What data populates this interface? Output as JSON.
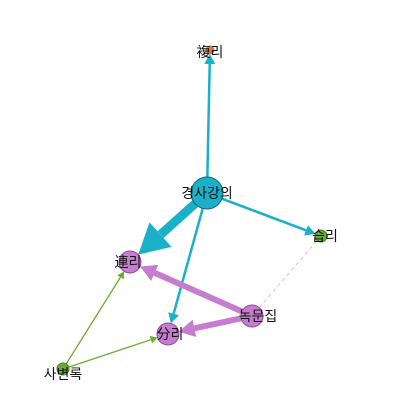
{
  "graph": {
    "nodes": [
      {
        "id": "bokri",
        "label": "複리",
        "color": "#e8743a",
        "border": "#e8743a",
        "size": "tiny"
      },
      {
        "id": "gyeongsa",
        "label": "경사강의",
        "color": "#1ab1c8",
        "border": "#16606e",
        "size": "large"
      },
      {
        "id": "seupri",
        "label": "습리",
        "color": "#6aaa2e",
        "border": "#4e7f20",
        "size": "small"
      },
      {
        "id": "yeonri",
        "label": "連리",
        "color": "#c77dcf",
        "border": "#8a4f92",
        "size": "medium"
      },
      {
        "id": "nokmun",
        "label": "녹문집",
        "color": "#c77dcf",
        "border": "#8a4f92",
        "size": "medium"
      },
      {
        "id": "bunri",
        "label": "分리",
        "color": "#c77dcf",
        "border": "#8a4f92",
        "size": "medium"
      },
      {
        "id": "sabyeon",
        "label": "사변록",
        "color": "#6aaa2e",
        "border": "#4e7f20",
        "size": "small"
      }
    ],
    "edges": [
      {
        "from": "gyeongsa",
        "to": "bokri",
        "color": "#1ab1c8",
        "weight": "medium",
        "style": "solid"
      },
      {
        "from": "gyeongsa",
        "to": "seupri",
        "color": "#1ab1c8",
        "weight": "medium",
        "style": "solid"
      },
      {
        "from": "gyeongsa",
        "to": "yeonri",
        "color": "#1ab1c8",
        "weight": "heavy",
        "style": "solid"
      },
      {
        "from": "gyeongsa",
        "to": "bunri",
        "color": "#1ab1c8",
        "weight": "medium",
        "style": "solid"
      },
      {
        "from": "nokmun",
        "to": "yeonri",
        "color": "#c77dcf",
        "weight": "strong",
        "style": "solid"
      },
      {
        "from": "nokmun",
        "to": "bunri",
        "color": "#c77dcf",
        "weight": "strong",
        "style": "solid"
      },
      {
        "from": "sabyeon",
        "to": "yeonri",
        "color": "#6aaa2e",
        "weight": "thin",
        "style": "solid"
      },
      {
        "from": "sabyeon",
        "to": "bunri",
        "color": "#6aaa2e",
        "weight": "thin",
        "style": "solid"
      },
      {
        "from": "nokmun",
        "to": "seupri",
        "color": "#e8a6e0",
        "weight": "hair",
        "style": "dashed"
      }
    ]
  }
}
